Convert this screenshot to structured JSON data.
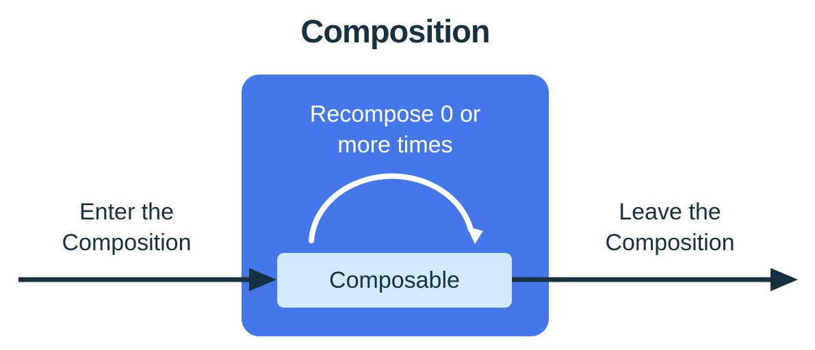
{
  "title": "Composition",
  "panel": {
    "recompose_label": "Recompose 0 or\nmore times",
    "composable_label": "Composable"
  },
  "labels": {
    "enter": "Enter the\nComposition",
    "leave": "Leave the\nComposition"
  },
  "icons": {
    "recompose_loop": "curved-loop-arrow",
    "enter_flow": "right-arrow",
    "leave_flow": "right-arrow"
  },
  "colors": {
    "panel-blue": "#4377EA",
    "box-light": "#D3EAFC",
    "ink": "#16313F",
    "arc": "#FFFFFF",
    "bg": "#FFFFFF"
  }
}
